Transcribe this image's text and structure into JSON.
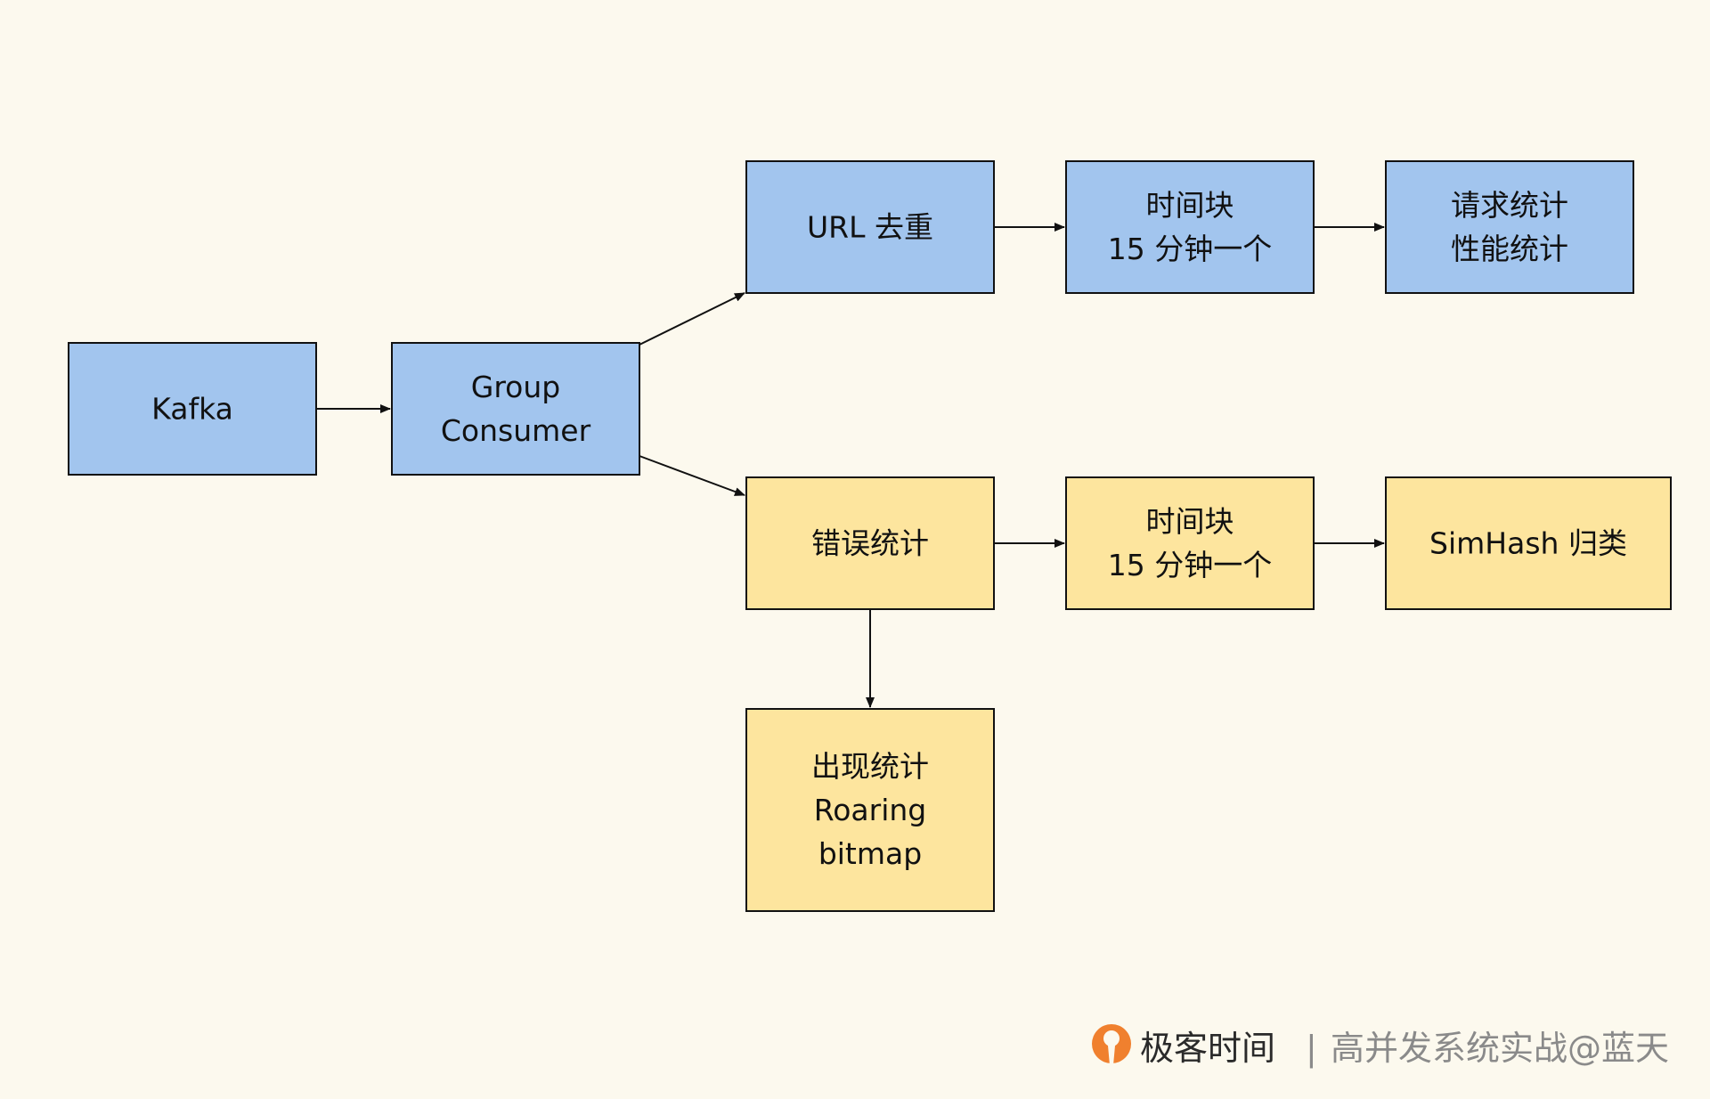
{
  "colors": {
    "background": "#fcf9ee",
    "blue_fill": "#a2c5ee",
    "yellow_fill": "#fde59e",
    "stroke": "#111111",
    "logo_orange": "#f0802e"
  },
  "nodes": [
    {
      "id": "kafka",
      "lines": [
        "Kafka"
      ],
      "fill": "blue"
    },
    {
      "id": "group-consumer",
      "lines": [
        "Group",
        "Consumer"
      ],
      "fill": "blue"
    },
    {
      "id": "url-dedup",
      "lines": [
        "URL 去重"
      ],
      "fill": "blue"
    },
    {
      "id": "time-block-top",
      "lines": [
        "时间块",
        "15 分钟一个"
      ],
      "fill": "blue"
    },
    {
      "id": "request-stats",
      "lines": [
        "请求统计",
        "性能统计"
      ],
      "fill": "blue"
    },
    {
      "id": "error-stats",
      "lines": [
        "错误统计"
      ],
      "fill": "yellow"
    },
    {
      "id": "time-block-bottom",
      "lines": [
        "时间块",
        "15 分钟一个"
      ],
      "fill": "yellow"
    },
    {
      "id": "simhash",
      "lines": [
        "SimHash 归类"
      ],
      "fill": "yellow"
    },
    {
      "id": "occurrence-stats",
      "lines": [
        "出现统计",
        "Roaring",
        "bitmap"
      ],
      "fill": "yellow"
    }
  ],
  "edges": [
    {
      "from": "kafka",
      "to": "group-consumer"
    },
    {
      "from": "group-consumer",
      "to": "url-dedup"
    },
    {
      "from": "group-consumer",
      "to": "error-stats"
    },
    {
      "from": "url-dedup",
      "to": "time-block-top"
    },
    {
      "from": "time-block-top",
      "to": "request-stats"
    },
    {
      "from": "error-stats",
      "to": "time-block-bottom"
    },
    {
      "from": "time-block-bottom",
      "to": "simhash"
    },
    {
      "from": "error-stats",
      "to": "occurrence-stats"
    }
  ],
  "watermark": {
    "brand": "极客时间",
    "separator": "|",
    "subtitle": "高并发系统实战@蓝天"
  }
}
